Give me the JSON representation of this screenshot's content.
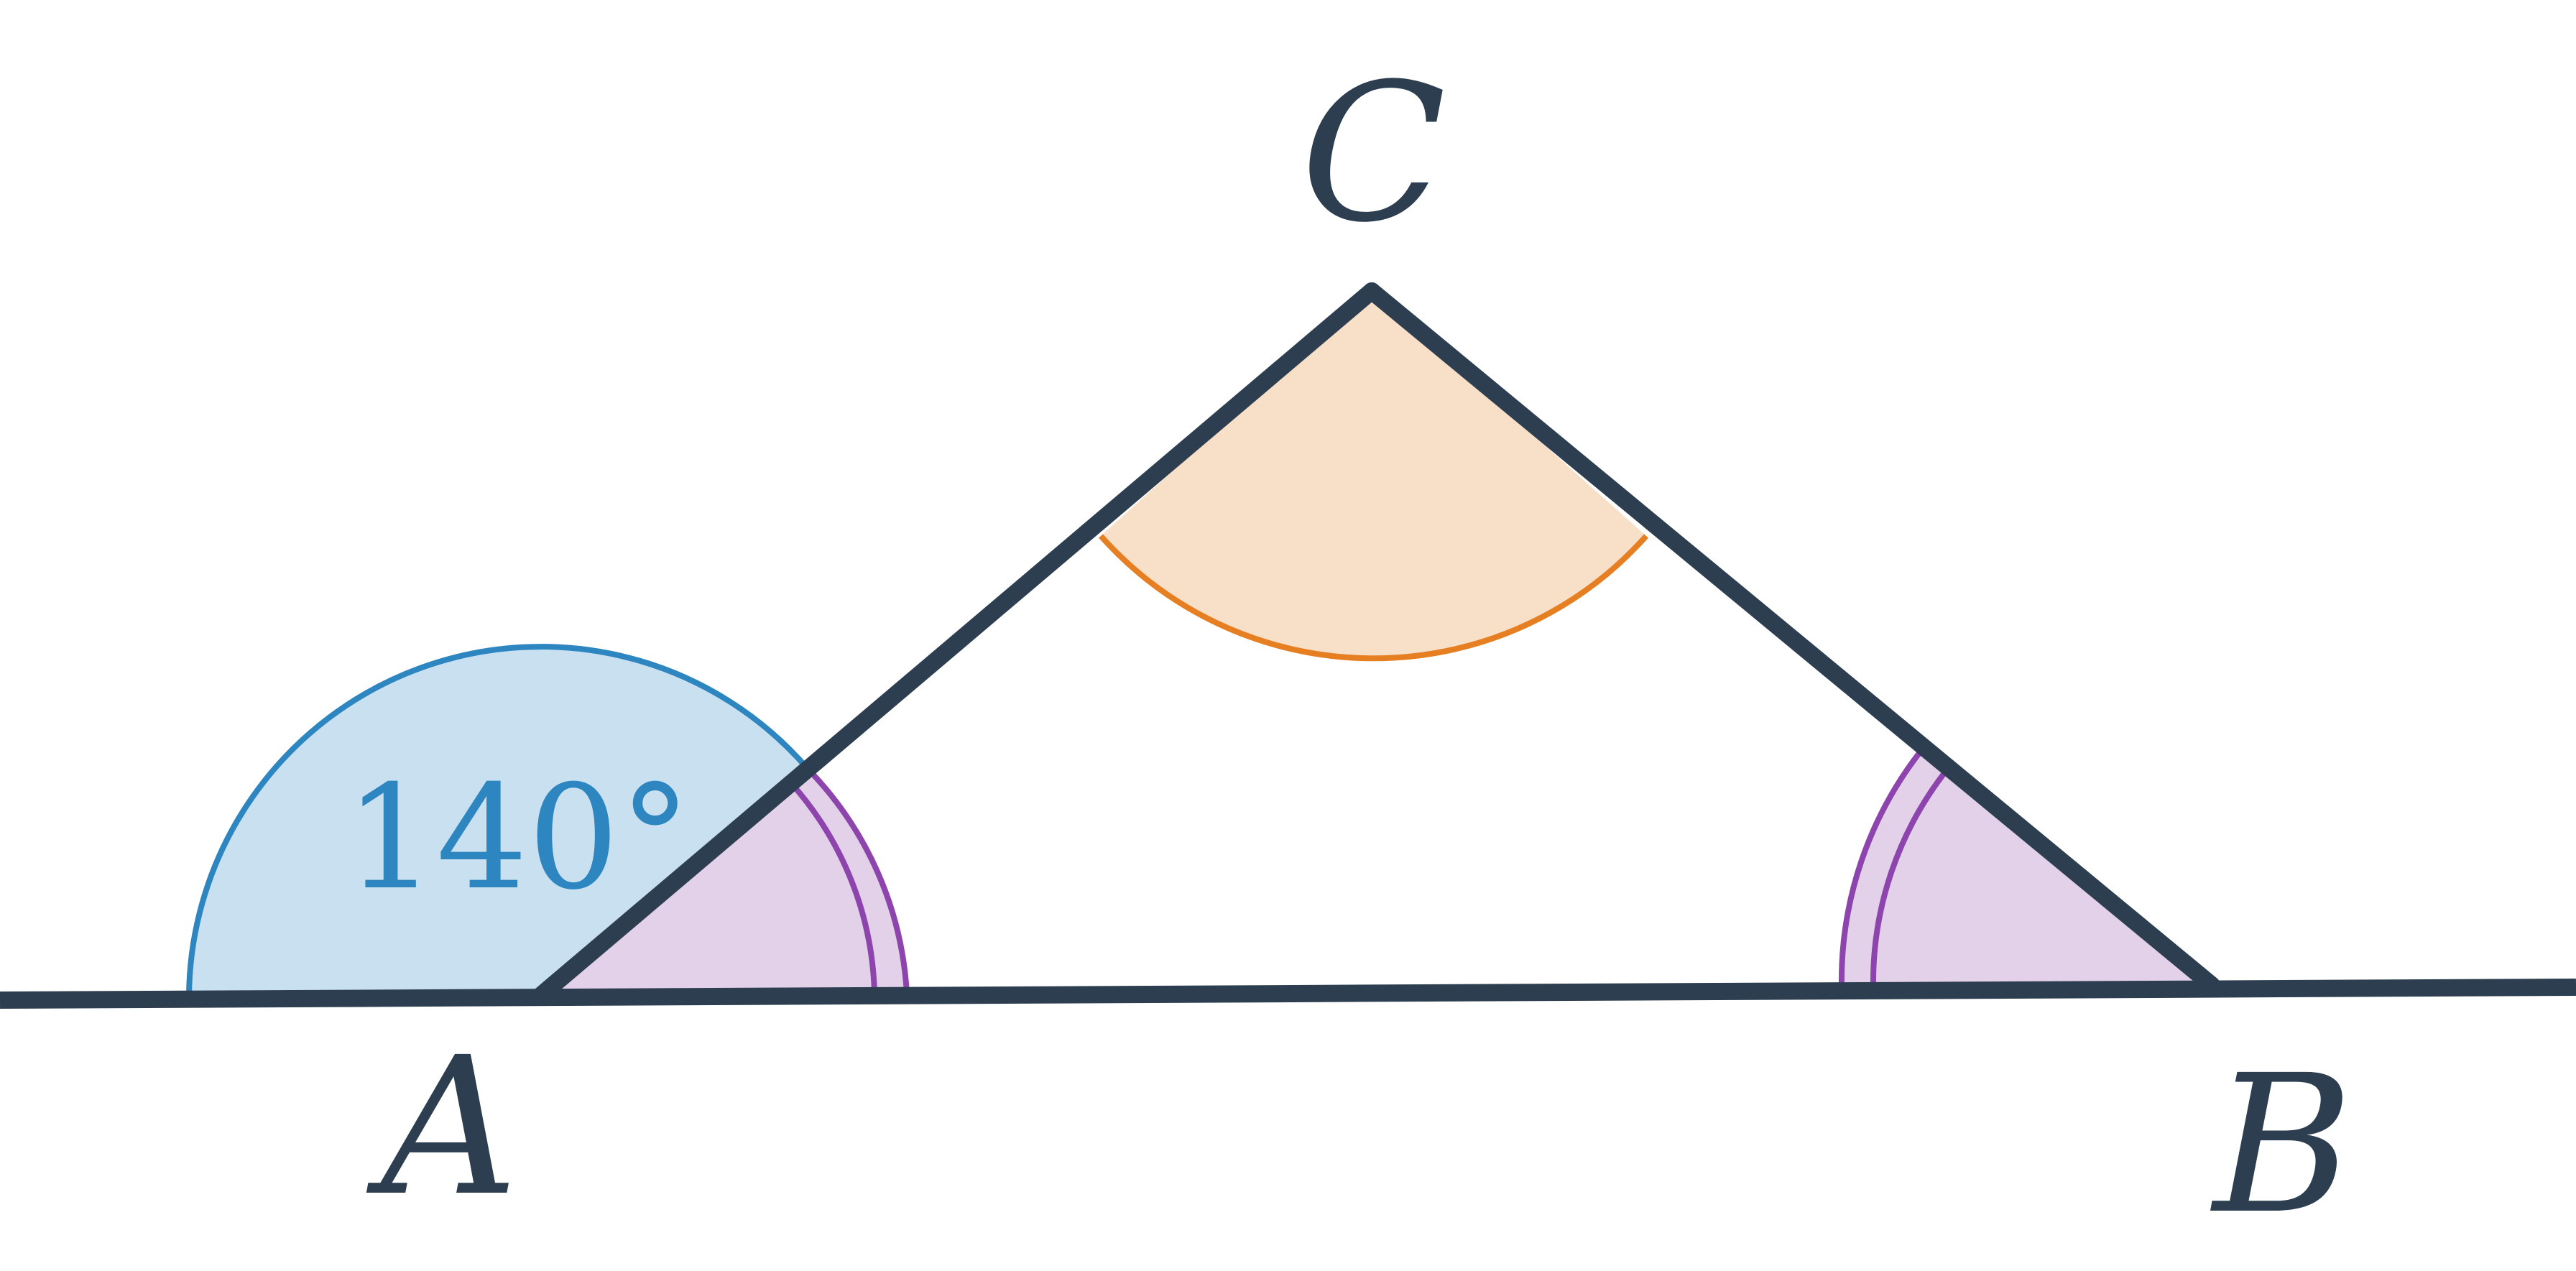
{
  "colors": {
    "line": "#2d3e50",
    "exterior_fill": "#c9e0f0",
    "exterior_stroke": "#2e86c1",
    "apex_fill": "#f8dfc7",
    "apex_stroke": "#e67e22",
    "base_fill": "#e3d1ea",
    "base_stroke": "#8e44ad",
    "background": "#ffffff"
  },
  "points": {
    "A": "A",
    "B": "B",
    "C": "C"
  },
  "angles": {
    "exterior_at_A": "140°"
  }
}
